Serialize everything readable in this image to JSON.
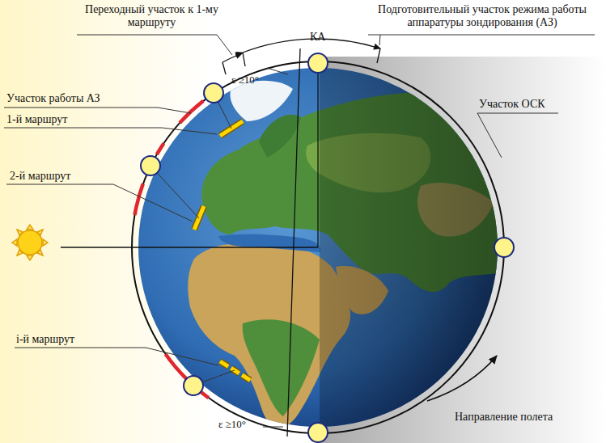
{
  "diagram": {
    "labels": [
      "Переходный участок к 1-му маршруту",
      "Подготовительный участок режима работы аппаратуры зондирования (АЗ)",
      "КА",
      "ε ≥10°",
      "Участок работы АЗ",
      "1-й маршрут",
      "2-й маршрут",
      "Участок ОСК",
      "i-й маршрут",
      "ε ≥10°",
      "Направление полета"
    ]
  }
}
